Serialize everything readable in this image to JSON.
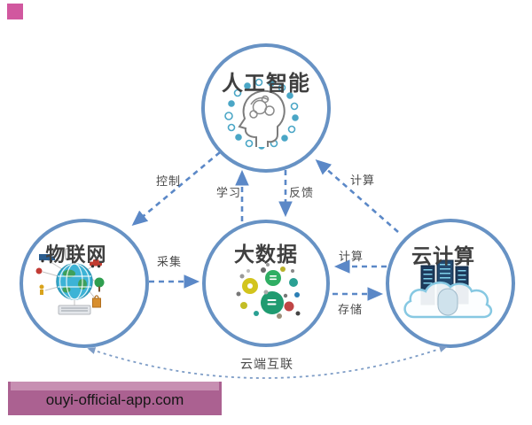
{
  "nodes": {
    "ai": {
      "label": "人工智能",
      "icon": "brain-circuit-icon"
    },
    "iot": {
      "label": "物联网",
      "icon": "connected-globe-icon"
    },
    "bigdata": {
      "label": "大数据",
      "icon": "data-bubbles-icon"
    },
    "cloud": {
      "label": "云计算",
      "icon": "cloud-servers-icon"
    }
  },
  "edges": {
    "control": {
      "label": "控制",
      "from": "人工智能",
      "to": "物联网"
    },
    "learn": {
      "label": "学习",
      "from": "大数据",
      "to": "人工智能"
    },
    "feedback": {
      "label": "反馈",
      "from": "人工智能",
      "to": "大数据"
    },
    "compute_top": {
      "label": "计算",
      "from": "云计算",
      "to": "人工智能"
    },
    "collect": {
      "label": "采集",
      "from": "物联网",
      "to": "大数据"
    },
    "compute_mid": {
      "label": "计算",
      "from": "云计算",
      "to": "大数据"
    },
    "store": {
      "label": "存储",
      "from": "大数据",
      "to": "云计算"
    },
    "interlink": {
      "label": "云端互联",
      "from": "物联网",
      "to": "云计算",
      "bidirectional": true
    }
  },
  "watermark": {
    "text": "ouyi-official-app.com"
  },
  "colors": {
    "circle_stroke": "#6792c4",
    "arrow": "#5b88c7",
    "arc_arrow": "#7d9cc6",
    "label_text": "#4a4a4a",
    "banner_bg": "#ab6191",
    "banner_strip": "#c78fb2",
    "corner_square": "#d1589f"
  }
}
